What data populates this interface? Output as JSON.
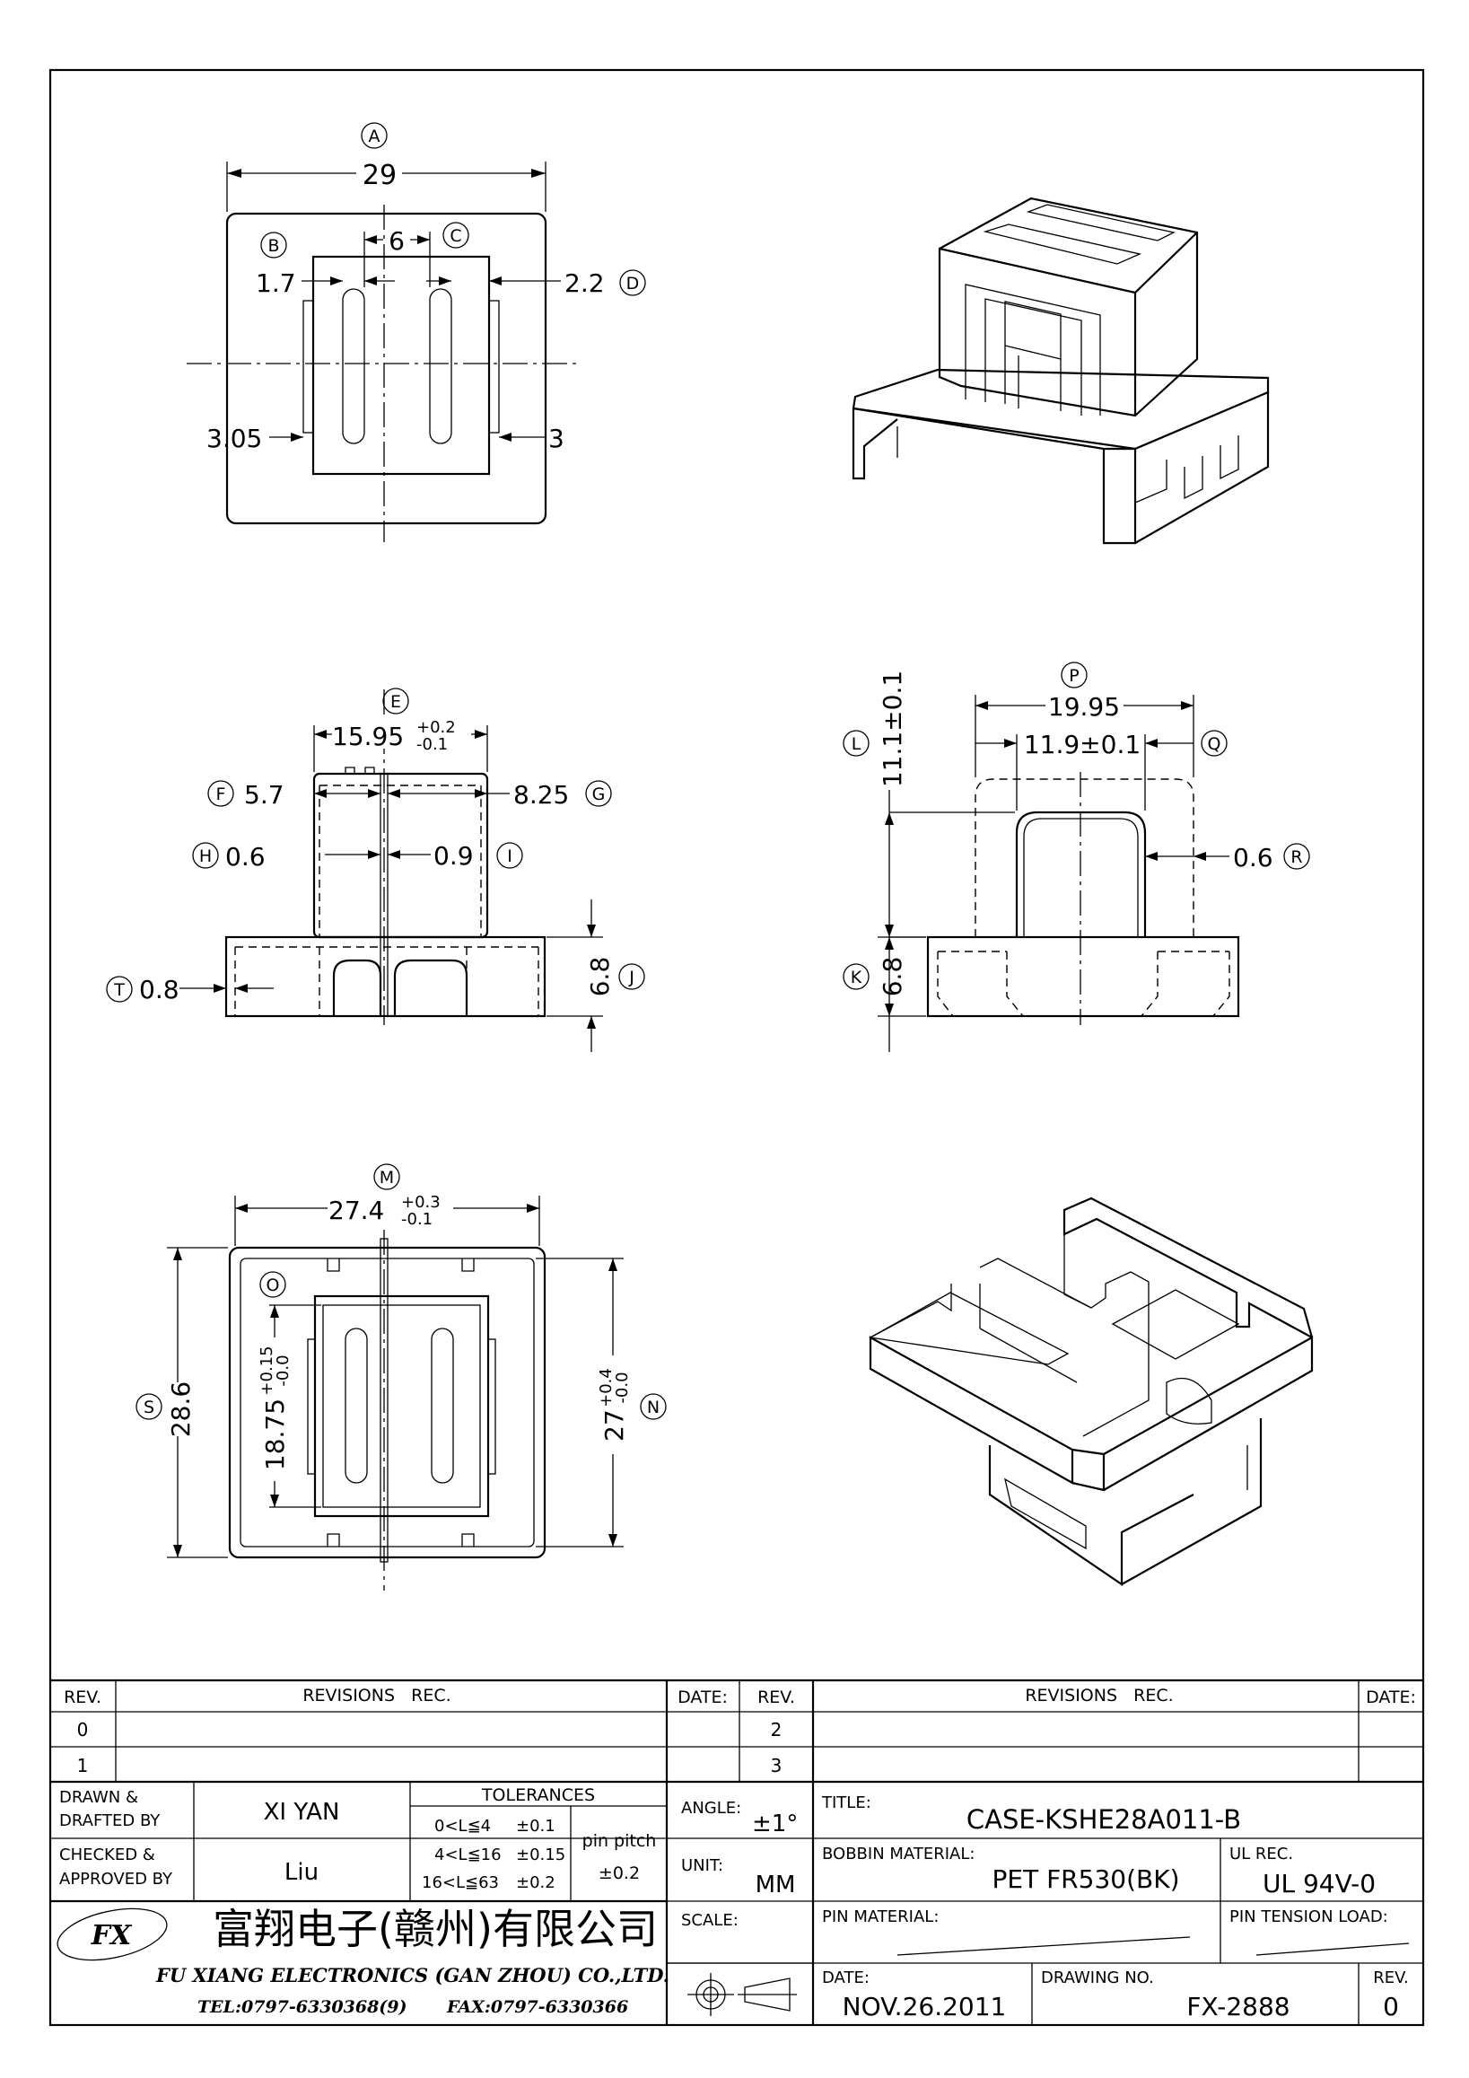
{
  "dimensions": {
    "A": {
      "tag": "A",
      "value": "29"
    },
    "B": {
      "tag": "B",
      "value": "1.7"
    },
    "C": {
      "tag": "C",
      "value": "6"
    },
    "D": {
      "tag": "D",
      "value": "2.2"
    },
    "left_bottom": "3.05",
    "right_bottom": "3",
    "E": {
      "tag": "E",
      "value": "15.95",
      "tol_plus": "+0.2",
      "tol_minus": "-0.1"
    },
    "F": {
      "tag": "F",
      "value": "5.7"
    },
    "G": {
      "tag": "G",
      "value": "8.25"
    },
    "H": {
      "tag": "H",
      "value": "0.6"
    },
    "I": {
      "tag": "I",
      "value": "0.9"
    },
    "T": {
      "tag": "T",
      "value": "0.8"
    },
    "J": {
      "tag": "J",
      "value": "6.8"
    },
    "P": {
      "tag": "P",
      "value": "19.95"
    },
    "Q": {
      "tag": "Q",
      "value": "11.9±0.1"
    },
    "L": {
      "tag": "L",
      "value": "11.1±0.1"
    },
    "R": {
      "tag": "R",
      "value": "0.6"
    },
    "K": {
      "tag": "K",
      "value": "6.8"
    },
    "M": {
      "tag": "M",
      "value": "27.4",
      "tol_plus": "+0.3",
      "tol_minus": "-0.1"
    },
    "O": {
      "tag": "O",
      "value": "18.75",
      "tol_plus": "+0.15",
      "tol_minus": "-0.0"
    },
    "S": {
      "tag": "S",
      "value": "28.6"
    },
    "N": {
      "tag": "N",
      "value": "27",
      "tol_plus": "+0.4",
      "tol_minus": "-0.0"
    }
  },
  "revisions": {
    "rev_header": "REV.",
    "revisions_header": "REVISIONS   REC.",
    "date_header": "DATE:",
    "rows_left": [
      "0",
      "1"
    ],
    "rows_right": [
      "2",
      "3"
    ]
  },
  "title_block": {
    "drawn_label_1": "DRAWN &",
    "drawn_label_2": "DRAFTED BY",
    "drawn_by": "XI YAN",
    "checked_label_1": "CHECKED &",
    "checked_label_2": "APPROVED BY",
    "checked_by": "Liu",
    "tolerances_label": "TOLERANCES",
    "tol_rows": [
      {
        "range": "0<L≦4",
        "value": "±0.1"
      },
      {
        "range": "4<L≦16",
        "value": "±0.15"
      },
      {
        "range": "16<L≦63",
        "value": "±0.2"
      }
    ],
    "pin_pitch_label": "pin pitch",
    "pin_pitch_value": "±0.2",
    "angle_label": "ANGLE:",
    "angle_value": "±1°",
    "unit_label": "UNIT:",
    "unit_value": "MM",
    "scale_label": "SCALE:",
    "title_label": "TITLE:",
    "title_value": "CASE-KSHE28A011-B",
    "bobbin_material_label": "BOBBIN MATERIAL:",
    "bobbin_material_value": "PET FR530(BK)",
    "ul_rec_label": "UL REC.",
    "ul_rec_value": "UL 94V-0",
    "pin_material_label": "PIN MATERIAL:",
    "pin_tension_label": "PIN TENSION LOAD:",
    "date_label": "DATE:",
    "date_value": "NOV.26.2011",
    "drawing_no_label": "DRAWING NO.",
    "drawing_no_value": "FX-2888",
    "rev_label": "REV.",
    "rev_value": "0",
    "company_cn": "富翔电子(赣州)有限公司",
    "company_en": "FU XIANG ELECTRONICS (GAN ZHOU) CO.,LTD.",
    "tel": "TEL:0797-6330368(9)",
    "fax": "FAX:0797-6330366",
    "logo_text": "FX"
  }
}
